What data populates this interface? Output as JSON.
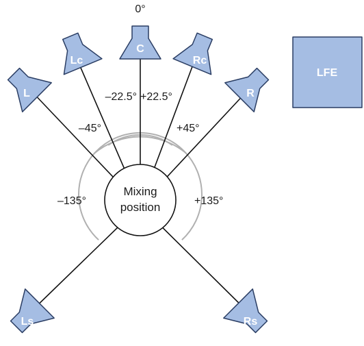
{
  "diagram": {
    "center": {
      "line1": "Mixing",
      "line2": "position"
    },
    "speakers": {
      "c": {
        "label": "C"
      },
      "lc": {
        "label": "Lc"
      },
      "rc": {
        "label": "Rc"
      },
      "l": {
        "label": "L"
      },
      "r": {
        "label": "R"
      },
      "ls": {
        "label": "Ls"
      },
      "rs": {
        "label": "Rs"
      },
      "lfe": {
        "label": "LFE"
      }
    },
    "angles": {
      "zero": "0°",
      "minus_22_5": "–22.5°",
      "plus_22_5": "+22.5°",
      "minus_45": "–45°",
      "plus_45": "+45°",
      "minus_135": "–135°",
      "plus_135": "+135°"
    }
  },
  "colors": {
    "speaker_fill": "#a5bde3",
    "speaker_stroke": "#2a3d63",
    "arc": "#b0b0b0",
    "line": "#111111"
  }
}
